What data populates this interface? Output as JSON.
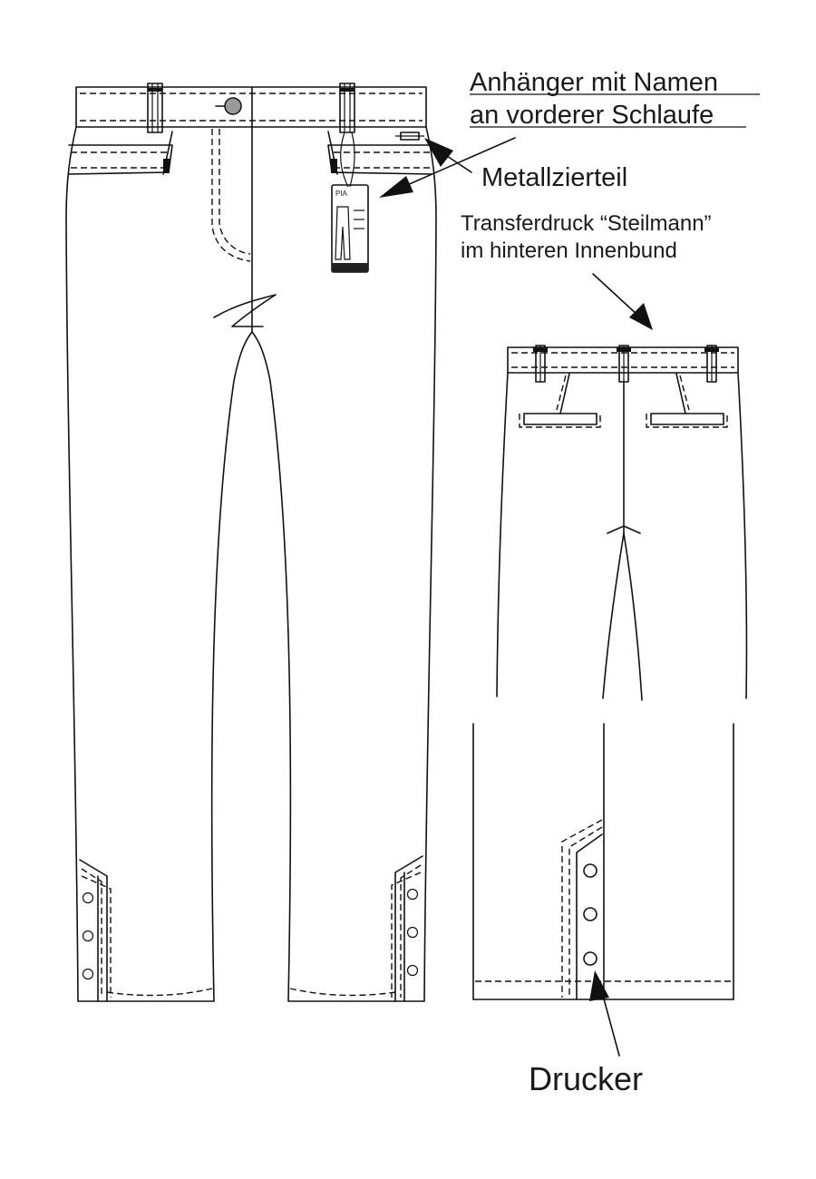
{
  "labels": {
    "tag_line1": "Anhänger mit Namen",
    "tag_line2": "an vorderer Schlaufe",
    "metal": "Metallzierteil",
    "transfer_line1": "Transferdruck “Steilmann”",
    "transfer_line2": "im hinteren Innenbund",
    "snaps": "Drucker"
  },
  "hangtag": {
    "name": "PIA"
  },
  "colors": {
    "line": "#111111",
    "button": "#9a9a9a",
    "tag_band": "#222222"
  }
}
